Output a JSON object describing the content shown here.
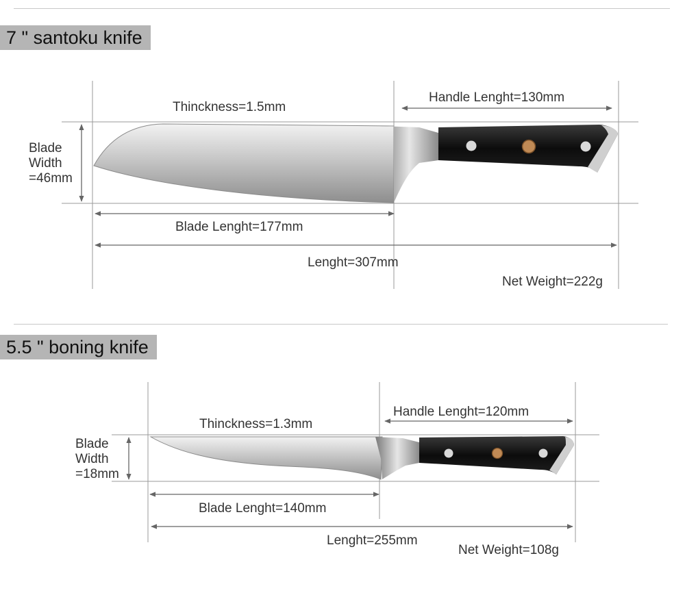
{
  "sections": [
    {
      "title": "7 \" santoku knife",
      "thickness": "Thinckness=1.5mm",
      "handle_length": "Handle Lenght=130mm",
      "blade_width_lines": [
        "Blade",
        "Width",
        "=46mm"
      ],
      "blade_length": "Blade Lenght=177mm",
      "length": "Lenght=307mm",
      "net_weight": "Net Weight=222g"
    },
    {
      "title": "5.5 \" boning knife",
      "thickness": "Thinckness=1.3mm",
      "handle_length": "Handle Lenght=120mm",
      "blade_width_lines": [
        "Blade",
        "Width",
        "=18mm"
      ],
      "blade_length": "Blade Lenght=140mm",
      "length": "Lenght=255mm",
      "net_weight": "Net Weight=108g"
    }
  ],
  "colors": {
    "title_bg": "#b5b5b5",
    "guide_line": "#9a9a9a",
    "arrow": "#666666",
    "blade": "#c9c9c9",
    "handle": "#111111",
    "rivet": "#d9d9d9",
    "emblem": "#c08a55"
  },
  "icons": [
    "santoku-knife-image",
    "boning-knife-image",
    "rivet-icon",
    "emblem-icon"
  ]
}
